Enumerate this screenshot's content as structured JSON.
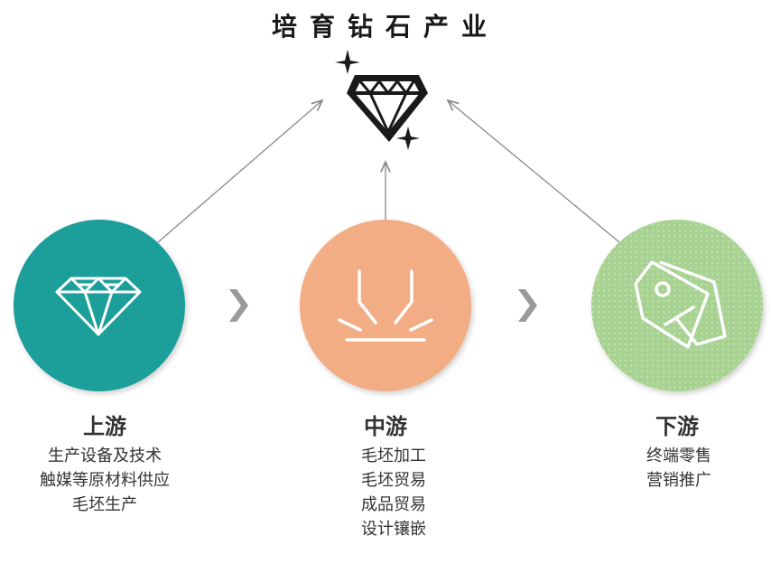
{
  "title": "培育钻石产业",
  "colors": {
    "upstream": "#1f9e9a",
    "midstream": "#f2ad85",
    "downstream": "#a8d292",
    "arrow": "#888888",
    "chevron": "#9a9a9a",
    "diamond": "#1a1a1a"
  },
  "top_icon": "diamond-icon",
  "stages": [
    {
      "label": "上游",
      "icon": "gem-icon",
      "items": [
        "生产设备及技术",
        "触媒等原材料供应",
        "毛坯生产"
      ]
    },
    {
      "label": "中游",
      "icon": "cutting-icon",
      "items": [
        "毛坯加工",
        "毛坯贸易",
        "成品贸易",
        "设计镶嵌"
      ]
    },
    {
      "label": "下游",
      "icon": "price-tag-icon",
      "items": [
        "终端零售",
        "营销推广"
      ]
    }
  ]
}
